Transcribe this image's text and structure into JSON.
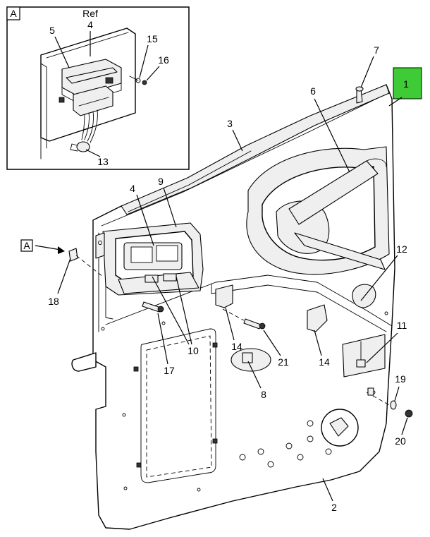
{
  "inset": {
    "letter": "A",
    "ref_text": "Ref",
    "callouts": {
      "c5": "5",
      "c4": "4",
      "c15": "15",
      "c16": "16",
      "c13": "13"
    }
  },
  "view_marker": {
    "letter": "A"
  },
  "highlight": {
    "label": "1",
    "color": "#3ecb36"
  },
  "callouts": {
    "c7": "7",
    "c6": "6",
    "c3": "3",
    "c9": "9",
    "c4": "4",
    "c12": "12",
    "c18": "18",
    "c10": "10",
    "c17": "17",
    "c14a": "14",
    "c21": "21",
    "c14b": "14",
    "c11": "11",
    "c8": "8",
    "c19": "19",
    "c20": "20",
    "c2": "2"
  }
}
